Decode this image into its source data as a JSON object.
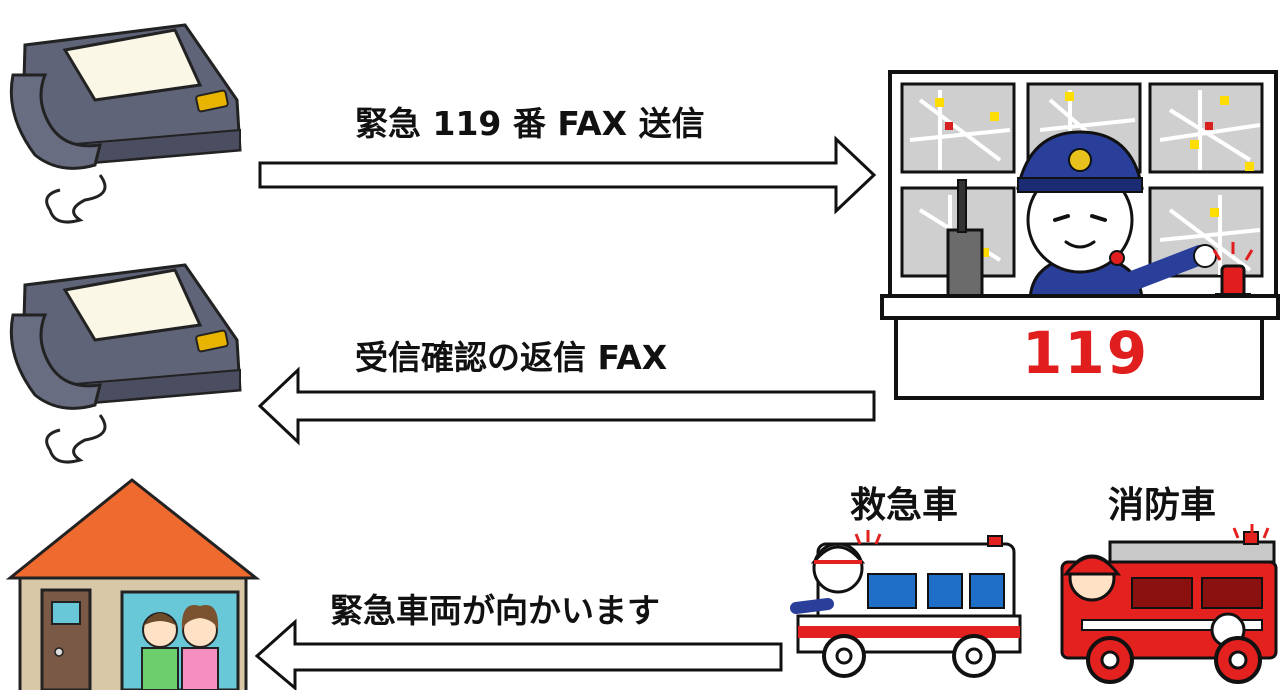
{
  "arrows": {
    "send_label": "緊急 119 番 FAX 送信",
    "reply_label": "受信確認の返信 FAX",
    "dispatch_label": "緊急車両が向かいます"
  },
  "vehicles": {
    "ambulance_label": "救急車",
    "fire_engine_label": "消防車"
  },
  "dispatch_center": {
    "desk_number": "119"
  },
  "colors": {
    "fax_body": "#5f6478",
    "fax_button": "#e8b400",
    "roof": "#ee6a2f",
    "wall": "#d8c8a8",
    "door": "#7a5a46",
    "window": "#69c8d8",
    "uniform": "#2a3f9a",
    "desk_number": "#e01e1e",
    "fire_red": "#e3211f"
  }
}
